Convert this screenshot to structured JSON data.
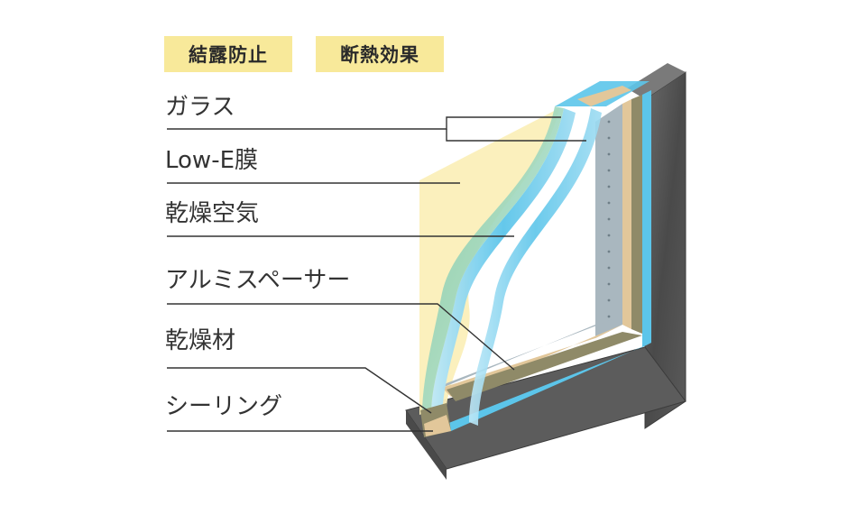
{
  "badges": {
    "condensation": "結露防止",
    "insulation": "断熱効果"
  },
  "labels": {
    "glass": "ガラス",
    "low_e": "Low-E膜",
    "dry_air": "乾燥空気",
    "spacer": "アルミスペーサー",
    "desiccant": "乾燥材",
    "sealing": "シーリング"
  },
  "colors": {
    "badge_bg": "#f8e99a",
    "glass_blue": "#5cc5ea",
    "low_e_green": "#8fcfb0",
    "air_yellow": "#fbefb9",
    "frame_dark": "#505050",
    "spacer_gray": "#a9b7bf",
    "desiccant_tan": "#e2c79a",
    "sealant_olive": "#8f8a68"
  }
}
